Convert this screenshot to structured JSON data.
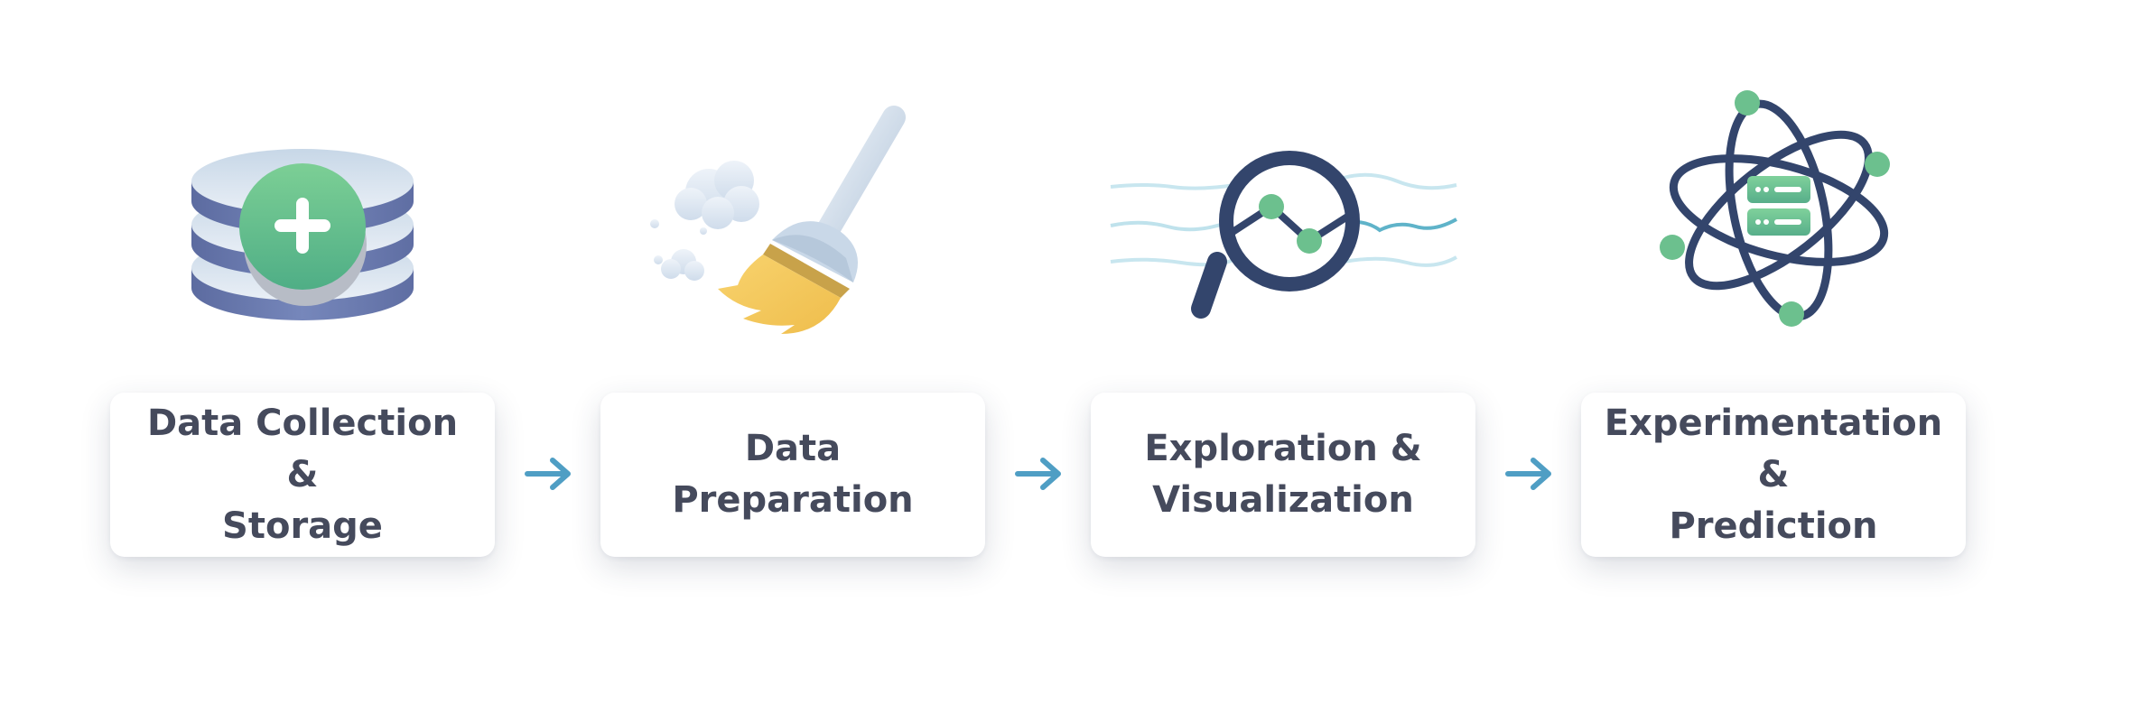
{
  "diagram": {
    "steps": [
      {
        "label": "Data Collection &\nStorage",
        "icon": "database-add-icon"
      },
      {
        "label": "Data Preparation",
        "icon": "broom-icon"
      },
      {
        "label": "Exploration &\nVisualization",
        "icon": "magnifier-chart-icon"
      },
      {
        "label": "Experimentation &\nPrediction",
        "icon": "atom-server-icon"
      }
    ],
    "connector_icon": "arrow-right-icon"
  },
  "colors": {
    "card_text": "#454a5c",
    "arrow": "#4f9ec4",
    "accent_green": "#6cc08e",
    "navy": "#33456c",
    "broom_yellow": "#f3c85c"
  }
}
